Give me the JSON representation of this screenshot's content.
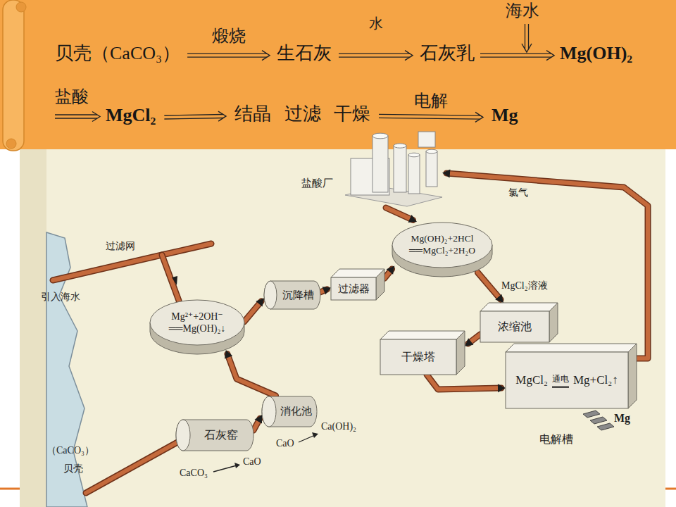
{
  "diagram": {
    "nodes": [
      {
        "text": [
          "贝壳（CaCO₃）"
        ]
      },
      {
        "text": [
          "生石灰"
        ]
      },
      {
        "text": [
          "石灰乳"
        ]
      },
      {
        "text": [
          "Mg(OH)₂"
        ]
      },
      {
        "text": [
          "MgCl₂"
        ]
      },
      {
        "text": [
          "结晶 过滤 干燥"
        ]
      },
      {
        "text": [
          "Mg"
        ]
      },
      {
        "text": [
          "盐酸厂"
        ]
      },
      {
        "text": [
          "Mg(OH)₂+2HCl ══MgCl₂+2H₂O"
        ]
      },
      {
        "text": [
          "Mg²⁺+2OH⁻ ══Mg(OH)₂↓"
        ]
      },
      {
        "text": [
          "沉降槽"
        ]
      },
      {
        "text": [
          "过滤器"
        ]
      },
      {
        "text": [
          "浓缩池"
        ]
      },
      {
        "text": [
          "干燥塔"
        ]
      },
      {
        "text": [
          "MgCl₂",
          "通电",
          "Mg+Cl₂↑",
          "电解槽"
        ]
      },
      {
        "text": [
          "石灰窑"
        ]
      },
      {
        "text": [
          "消化池"
        ]
      }
    ],
    "edges": [
      {
        "from": 0,
        "to": 1,
        "arrow": "to",
        "label": "煅烧"
      },
      {
        "from": 1,
        "to": 2,
        "arrow": "to",
        "label": "水"
      },
      {
        "from": 2,
        "to": 3,
        "arrow": "to"
      },
      {
        "from": 4,
        "to": 5,
        "arrow": "to"
      },
      {
        "from": 5,
        "to": 6,
        "arrow": "to",
        "label": "电解"
      },
      {
        "from": 15,
        "to": 16,
        "arrow": "to"
      },
      {
        "from": 16,
        "to": 9,
        "arrow": "to"
      },
      {
        "from": 9,
        "to": 10,
        "arrow": "to"
      },
      {
        "from": 10,
        "to": 11,
        "arrow": "to"
      },
      {
        "from": 11,
        "to": 8,
        "arrow": "to"
      },
      {
        "from": 7,
        "to": 8,
        "arrow": "to"
      },
      {
        "from": 8,
        "to": 12,
        "arrow": "to",
        "label": "MgCl₂溶液"
      },
      {
        "from": 12,
        "to": 13,
        "arrow": "to"
      },
      {
        "from": 13,
        "to": 14,
        "arrow": "to"
      },
      {
        "from": 14,
        "to": 7,
        "arrow": "to",
        "label": "氯气"
      }
    ],
    "labels": [
      "海水",
      "盐酸",
      "过滤网",
      "引入海水",
      "Mg",
      "（CaCO₃）",
      "贝壳",
      "CaCO₃",
      "CaO",
      "CaO",
      "Ca(OH)₂"
    ]
  }
}
